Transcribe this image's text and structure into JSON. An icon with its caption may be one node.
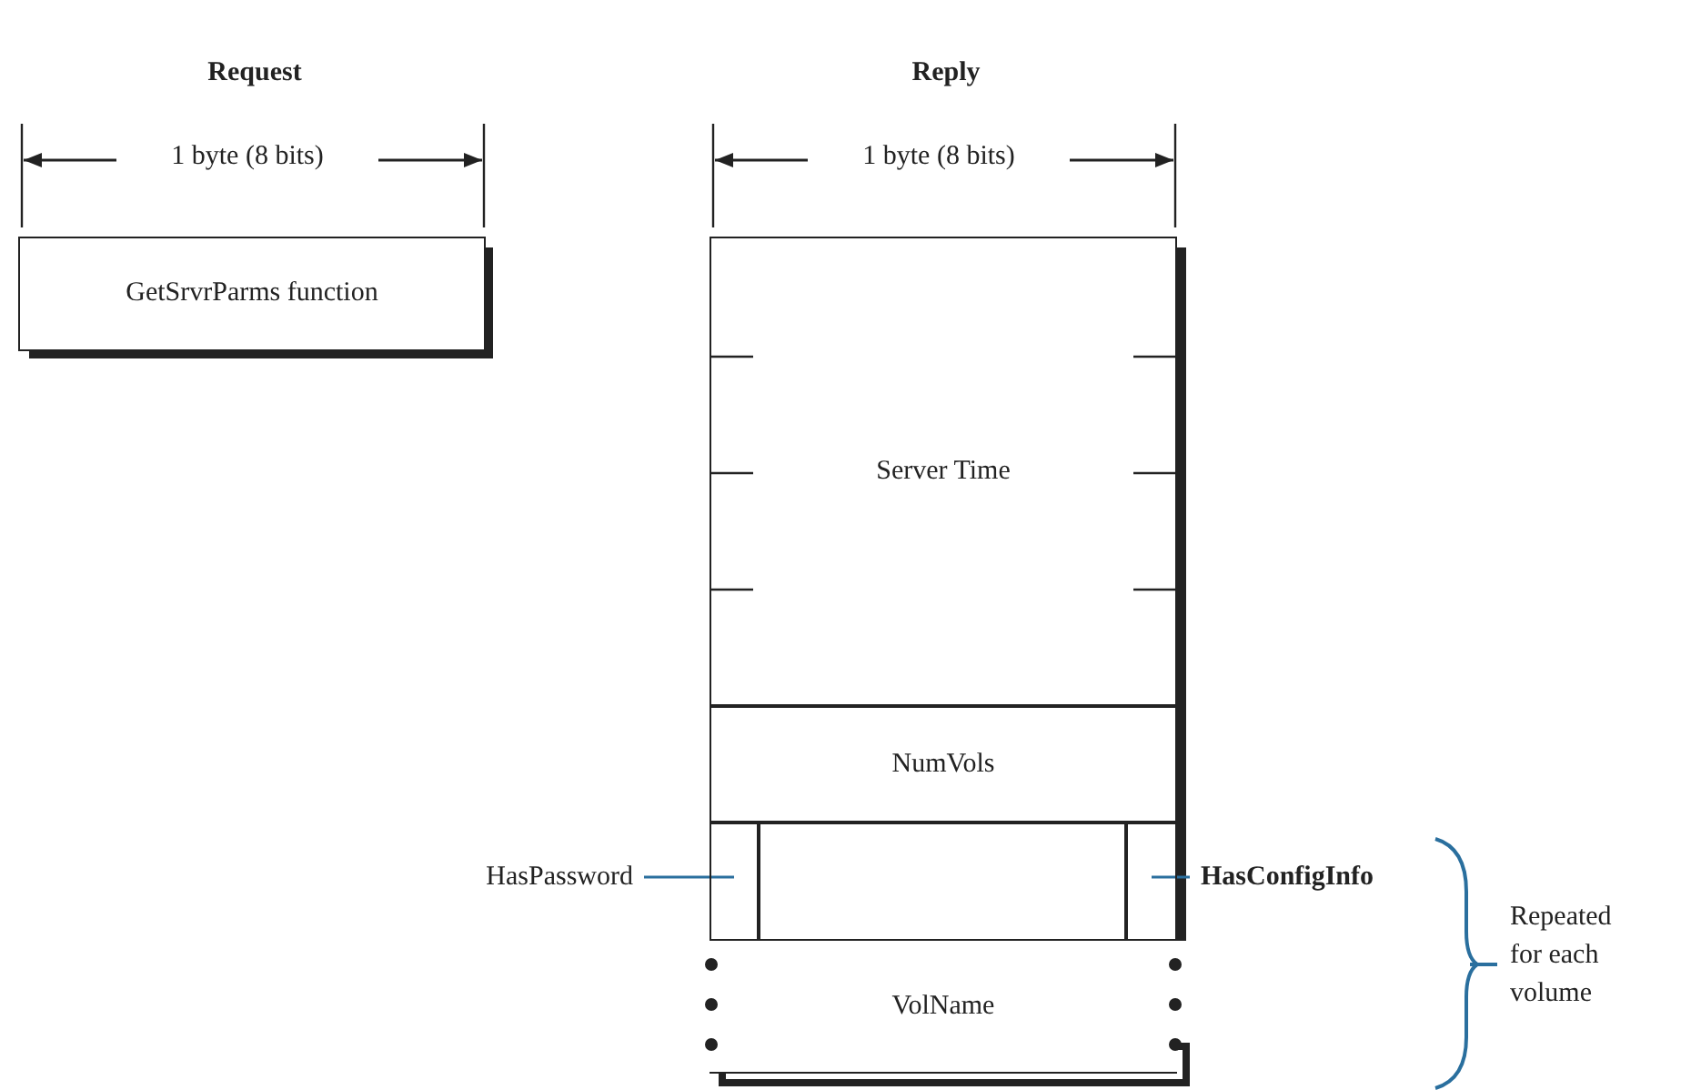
{
  "diagram": {
    "nodes": [
      {
        "text": [
          "GetSrvrParms function"
        ]
      },
      {
        "text": [
          "Server Time"
        ]
      },
      {
        "text": [
          "NumVols"
        ]
      },
      {
        "text": [],
        "shape": "box"
      },
      {
        "text": [],
        "shape": "box"
      },
      {
        "text": [],
        "shape": "box"
      },
      {
        "text": [
          "VolName"
        ]
      },
      {
        "text": [
          "HasPassword"
        ]
      },
      {
        "text": [
          "HasConfigInfo"
        ]
      }
    ],
    "edges": [
      {
        "from": 7,
        "to": 3,
        "arrow": "none"
      },
      {
        "from": 8,
        "to": 5,
        "arrow": "none"
      }
    ],
    "labels": [
      "Request",
      "Reply",
      "1 byte (8 bits)",
      "1 byte (8 bits)",
      "Repeated for each volume"
    ]
  }
}
